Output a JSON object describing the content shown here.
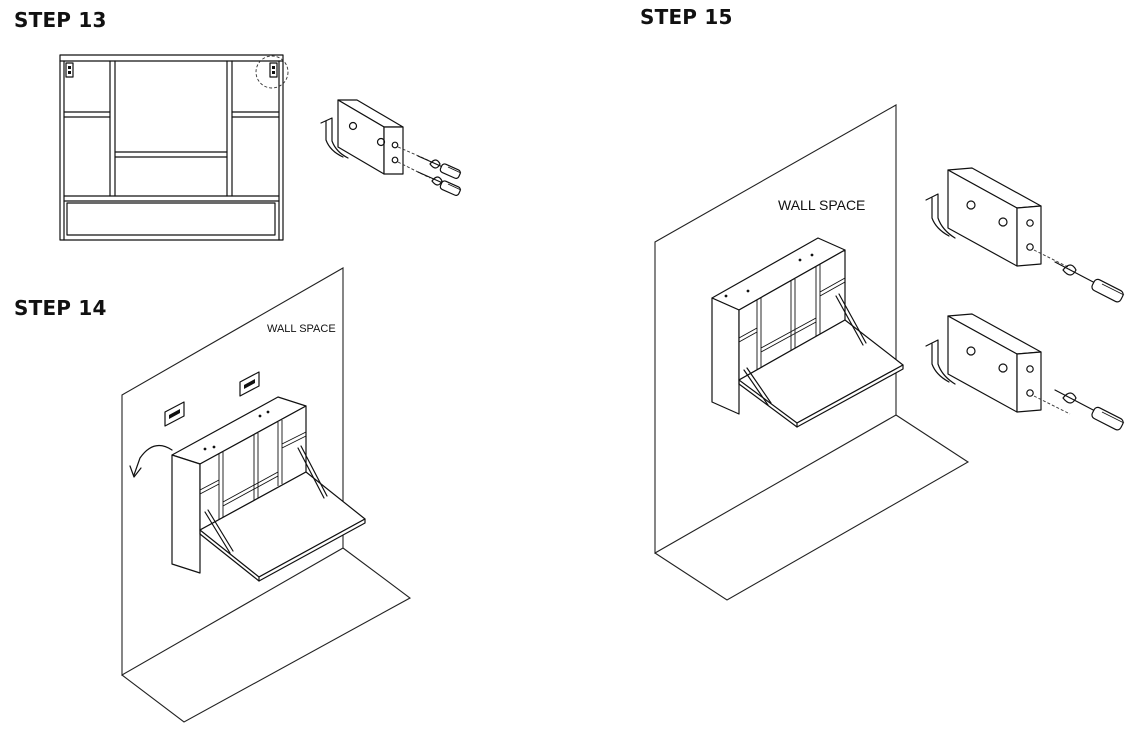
{
  "steps": {
    "step13": {
      "title": "STEP 13"
    },
    "step14": {
      "title": "STEP 14",
      "wall_label": "WALL SPACE"
    },
    "step15": {
      "title": "STEP 15",
      "wall_label": "WALL SPACE"
    }
  }
}
